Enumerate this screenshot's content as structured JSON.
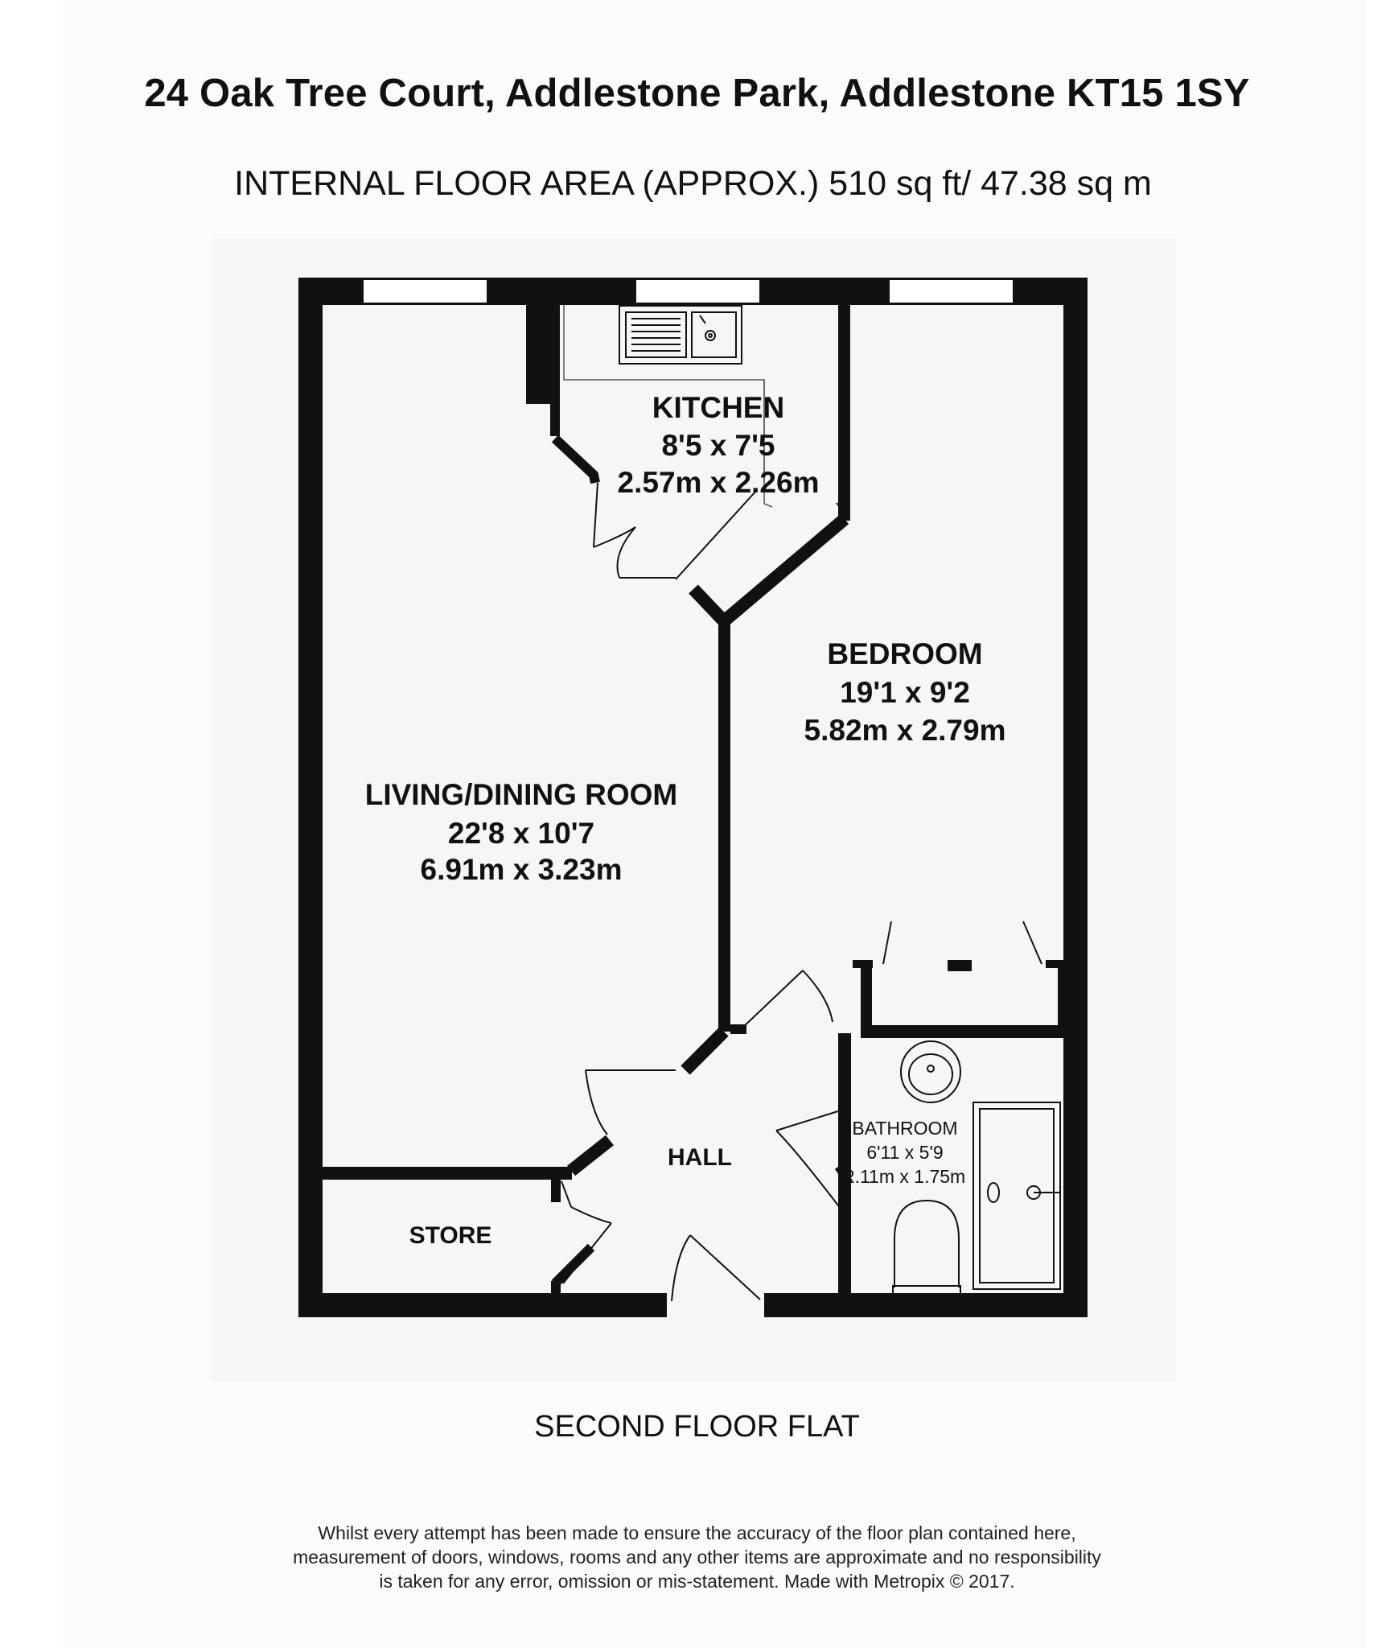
{
  "header": {
    "address": "24 Oak Tree Court, Addlestone Park, Addlestone KT15 1SY",
    "floor_area": "INTERNAL FLOOR AREA (APPROX.) 510 sq ft/ 47.38 sq m"
  },
  "rooms": {
    "kitchen": {
      "name": "KITCHEN",
      "imperial": "8'5 x 7'5",
      "metric": "2.57m x 2.26m"
    },
    "bedroom": {
      "name": "BEDROOM",
      "imperial": "19'1 x 9'2",
      "metric": "5.82m x 2.79m"
    },
    "living": {
      "name": "LIVING/DINING ROOM",
      "imperial": "22'8 x 10'7",
      "metric": "6.91m x 3.23m"
    },
    "bathroom": {
      "name": "BATHROOM",
      "imperial": "6'11 x 5'9",
      "metric": "2.11m x 1.75m"
    },
    "hall": {
      "name": "HALL"
    },
    "store": {
      "name": "STORE"
    }
  },
  "footer": {
    "floor_label": "SECOND FLOOR FLAT",
    "disclaimer_lines": [
      "Whilst every attempt has been made to ensure the accuracy of the floor plan contained here,",
      "measurement of doors, windows, rooms and any other items are approximate and no responsibility",
      "is taken for any error, omission or mis-statement. Made with Metropix © 2017."
    ]
  }
}
